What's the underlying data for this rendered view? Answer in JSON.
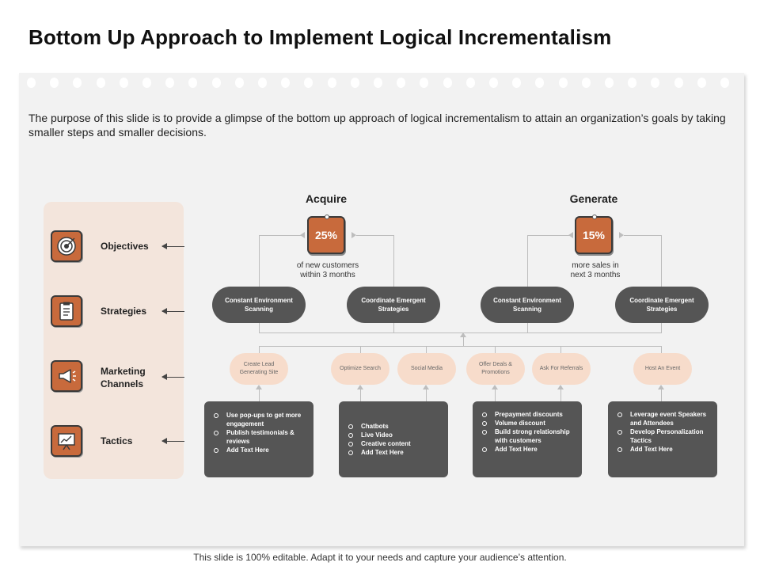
{
  "title": "Bottom Up Approach to Implement Logical Incrementalism",
  "intro": "The purpose of this slide is to provide a glimpse of the bottom up approach of logical incrementalism to attain an organization’s goals by taking smaller steps and smaller decisions.",
  "levels": [
    {
      "label": "Objectives",
      "icon": "target-icon"
    },
    {
      "label": "Strategies",
      "icon": "clipboard-icon"
    },
    {
      "label": "Marketing Channels",
      "icon": "megaphone-icon"
    },
    {
      "label": "Tactics",
      "icon": "presentation-icon"
    }
  ],
  "objectives": [
    {
      "heading": "Acquire",
      "value": "25%",
      "caption": "of new customers within 3 months"
    },
    {
      "heading": "Generate",
      "value": "15%",
      "caption": "more sales in next 3 months"
    }
  ],
  "strategies": [
    "Constant Environment Scanning",
    "Coordinate Emergent Strategies",
    "Constant Environment Scanning",
    "Coordinate Emergent Strategies"
  ],
  "channels": [
    "Create Lead Generating Site",
    "Optimize Search",
    "Social Media",
    "Offer Deals & Promotions",
    "Ask For Referrals",
    "Host An Event"
  ],
  "tactics": [
    [
      "Use pop-ups to get more engagement",
      "Publish testimonials & reviews",
      "Add Text Here"
    ],
    [
      "Chatbots",
      "Live Video",
      "Creative content",
      "Add Text Here"
    ],
    [
      "Prepayment discounts",
      "Volume discount",
      "Build strong relationship with customers",
      "Add Text Here"
    ],
    [
      "Leverage event Speakers and Attendees",
      "Develop Personalization Tactics",
      "Add Text Here"
    ]
  ],
  "footer": "This slide is 100% editable. Adapt it to your needs and capture your audience’s attention.",
  "colors": {
    "accent": "#c86a3c",
    "dark": "#555555",
    "peach": "#f7dccb",
    "panel": "#f3e5dc",
    "paper": "#f2f2f2"
  }
}
